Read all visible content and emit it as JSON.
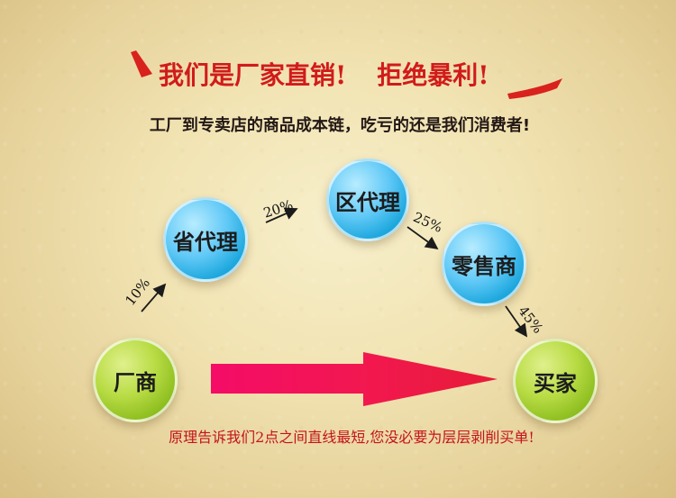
{
  "title": {
    "part1": "我们是厂家直销!",
    "part2": "拒绝暴利!"
  },
  "subtitle": "工厂到专卖店的商品成本链，吃亏的还是我们消费者!",
  "nodes": {
    "factory": "厂商",
    "provincial_agent": "省代理",
    "district_agent": "区代理",
    "retailer": "零售商",
    "buyer": "买家"
  },
  "percentages": {
    "factory_to_provincial": "10%",
    "provincial_to_district": "20%",
    "district_to_retailer": "25%",
    "retailer_to_buyer": "45%"
  },
  "bottom_text": "原理告诉我们2点之间直线最短,您没必要为层层剥削买单!",
  "colors": {
    "title_red": "#d11b1b",
    "bottom_red": "#c4131c",
    "node_blue": "#30b5ea",
    "node_green": "#98c92b",
    "arrow_red": "#ef1b54"
  }
}
